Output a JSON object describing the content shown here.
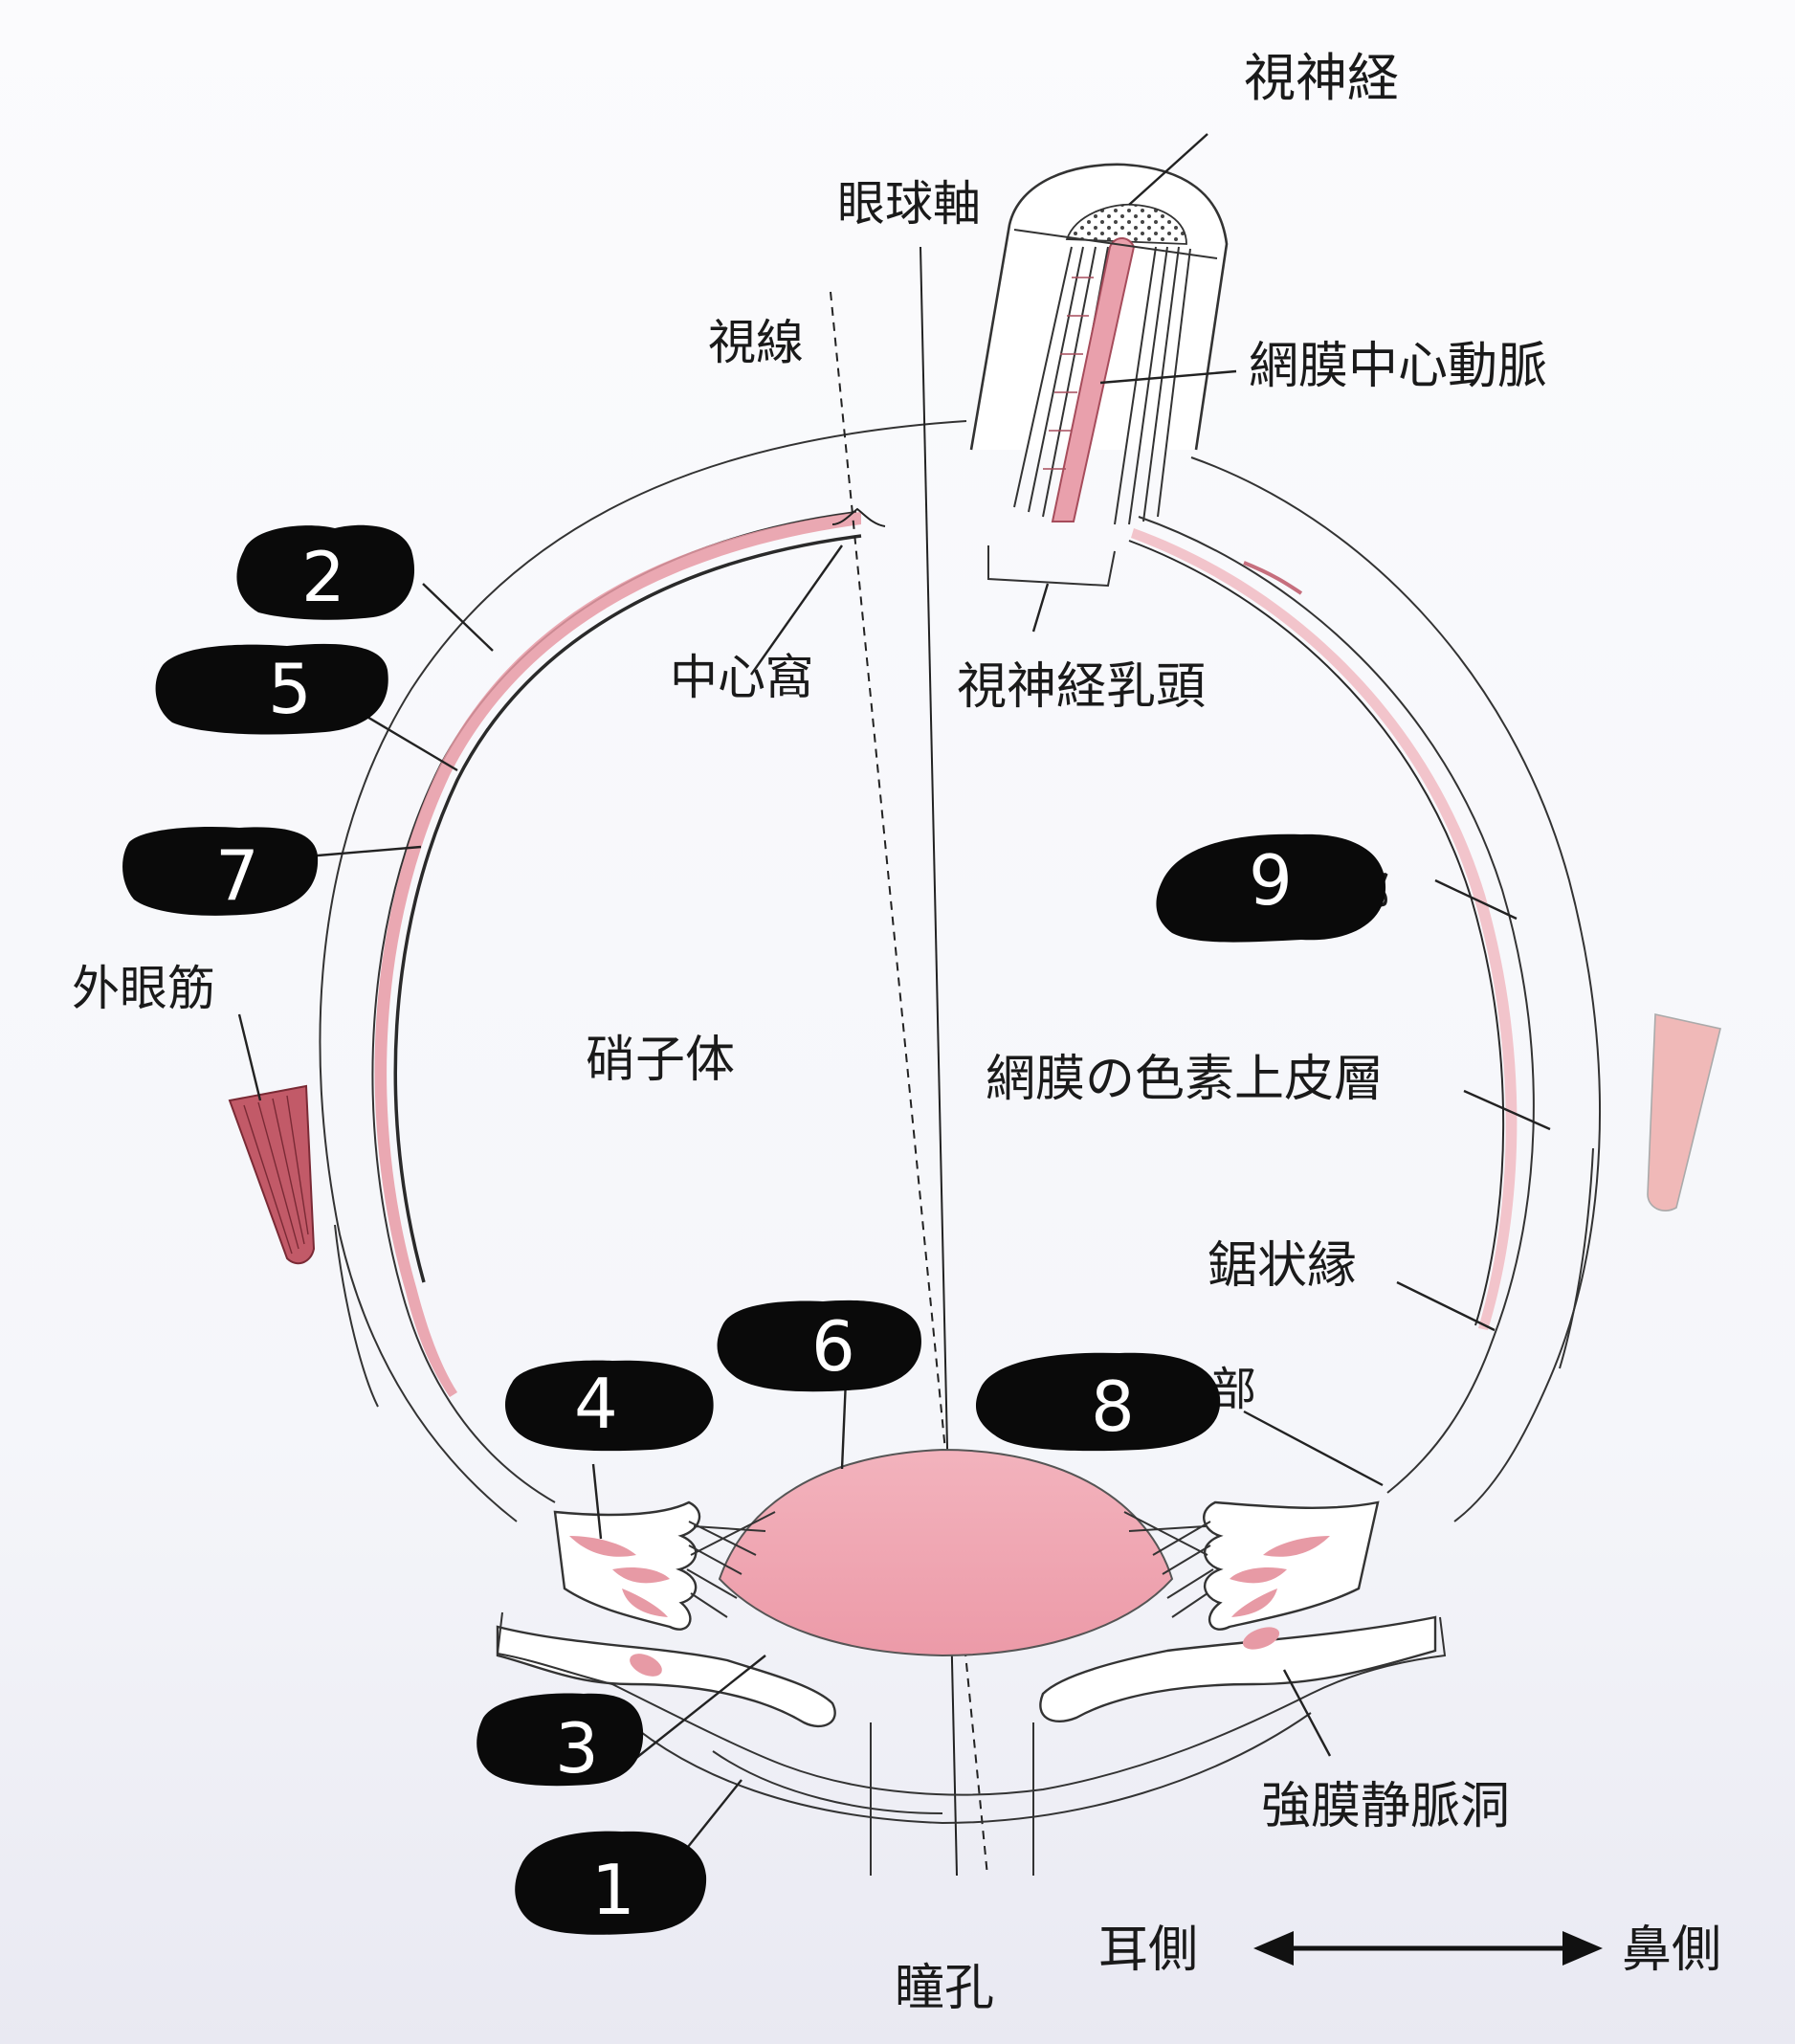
{
  "labels": {
    "optic_nerve": "視神経",
    "eye_axis": "眼球軸",
    "visual_line": "視線",
    "central_retinal_artery": "網膜中心動脈",
    "fovea": "中心窩",
    "optic_disc": "視神経乳頭",
    "vitreous": "硝子体",
    "retinal_pigment_epithelium": "網膜の色素上皮層",
    "extraocular_muscle": "外眼筋",
    "ora_serrata": "鋸状縁",
    "scleral_venous_sinus": "強膜静脈洞",
    "pupil": "瞳孔",
    "temporal_side": "耳側",
    "nasal_side": "鼻側",
    "partial_9": "部",
    "partial_8": "部"
  },
  "masks": {
    "m1": "1",
    "m2": "2",
    "m3": "3",
    "m4": "4",
    "m5": "5",
    "m6": "6",
    "m7": "7",
    "m8": "8",
    "m9": "9"
  },
  "colors": {
    "tissue_pink": "#e79aa5",
    "tissue_light_pink": "#f2c4cb",
    "muscle_red": "#b94a58",
    "lens_pink": "#efa9b4",
    "mask_black": "#0a0a0a"
  }
}
